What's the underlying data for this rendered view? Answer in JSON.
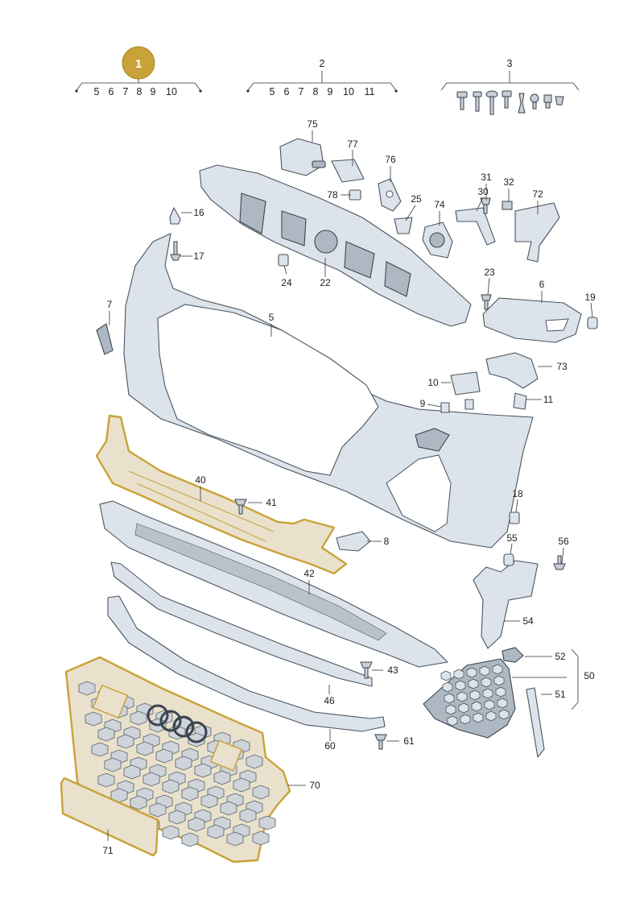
{
  "badge": {
    "number": "1",
    "color": "#c9a23a"
  },
  "header_groups": [
    {
      "title": "",
      "items": [
        "5",
        "6",
        "7",
        "8",
        "9",
        "10"
      ]
    },
    {
      "title": "2",
      "items": [
        "5",
        "6",
        "7",
        "8",
        "9",
        "10",
        "11"
      ]
    },
    {
      "title": "3",
      "items": []
    }
  ],
  "callouts": {
    "c75": "75",
    "c77": "77",
    "c76": "76",
    "c78": "78",
    "c25": "25",
    "c74": "74",
    "c31": "31",
    "c32": "32",
    "c30": "30",
    "c72": "72",
    "c16": "16",
    "c17": "17",
    "c24": "24",
    "c22": "22",
    "c23": "23",
    "c6": "6",
    "c19": "19",
    "c7": "7",
    "c5": "5",
    "c10": "10",
    "c73": "73",
    "c9": "9",
    "c11": "11",
    "c40": "40",
    "c41": "41",
    "c18": "18",
    "c8": "8",
    "c55": "55",
    "c56": "56",
    "c42": "42",
    "c54": "54",
    "c52": "52",
    "c50": "50",
    "c51": "51",
    "c43": "43",
    "c46": "46",
    "c60": "60",
    "c61": "61",
    "c70": "70",
    "c71": "71"
  },
  "highlight_color": "#c9a23a"
}
